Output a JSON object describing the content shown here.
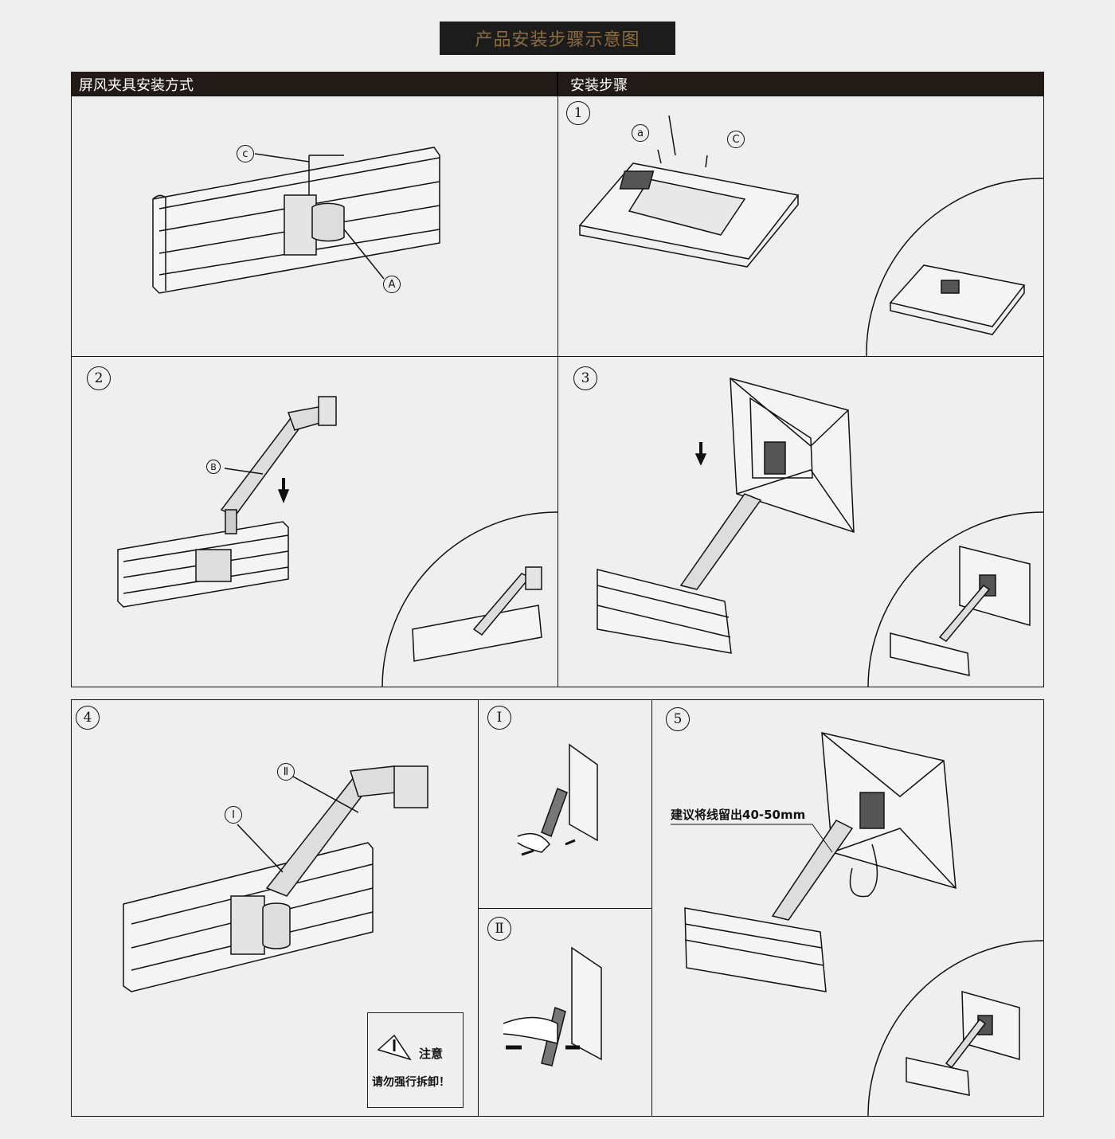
{
  "title": "产品安装步骤示意图",
  "header": {
    "left": "屏风夹具安装方式",
    "right": "安装步骤"
  },
  "steps": {
    "s1": "1",
    "s2": "2",
    "s3": "3",
    "s4": "4",
    "s5": "5",
    "i": "I",
    "ii": "Ⅱ"
  },
  "parts": {
    "a": "a",
    "c_small": "c",
    "c_big": "C",
    "A": "A",
    "B": "B",
    "I": "I",
    "II": "Ⅱ"
  },
  "warning": {
    "label": "注意",
    "text": "请勿强行拆卸！"
  },
  "note": "建议将线留出40-50mm",
  "colors": {
    "title_bg": "#1c1c1c",
    "title_text": "#8d6c40",
    "header_bg": "#221a17"
  }
}
